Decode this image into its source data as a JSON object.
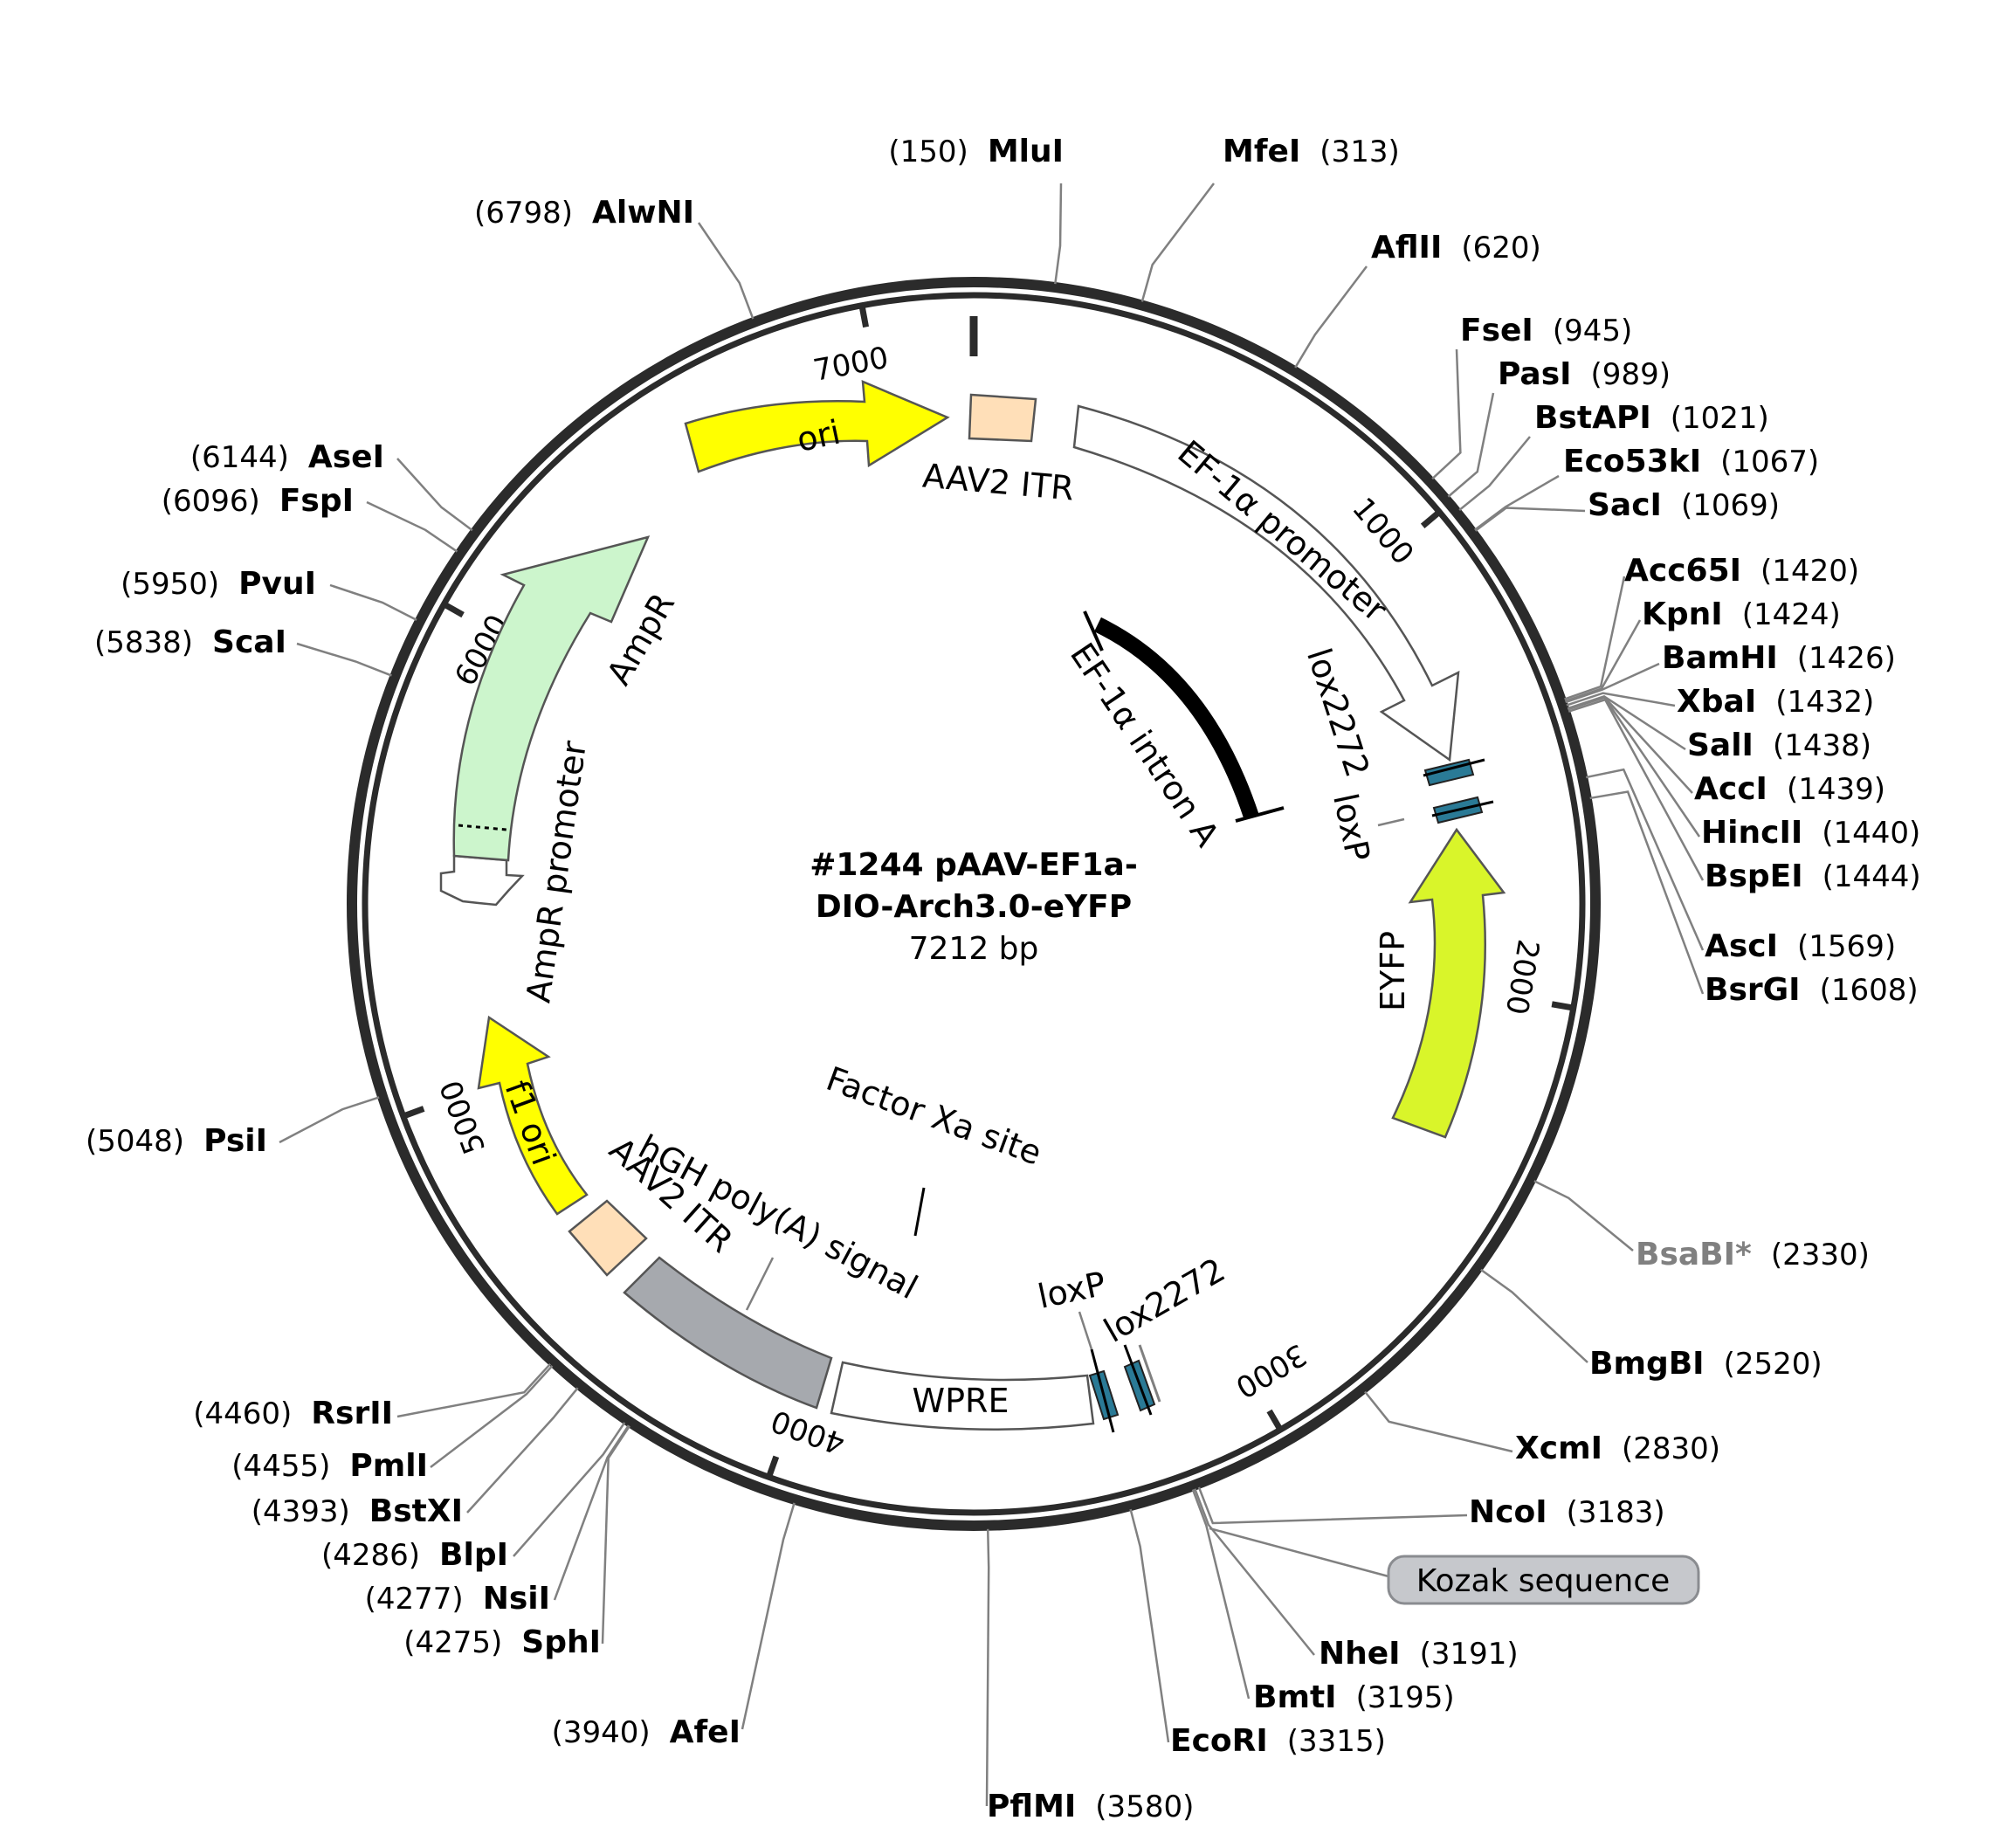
{
  "plasmid": {
    "title_line1": "#1244 pAAV-EF1a-",
    "title_line2": "DIO-Arch3.0-eYFP",
    "size_label": "7212 bp",
    "total_bp": 7212
  },
  "ticks": [
    {
      "bp": 1000,
      "label": "1000"
    },
    {
      "bp": 2000,
      "label": "2000"
    },
    {
      "bp": 3000,
      "label": "3000"
    },
    {
      "bp": 4000,
      "label": "4000"
    },
    {
      "bp": 5000,
      "label": "5000"
    },
    {
      "bp": 6000,
      "label": "6000"
    },
    {
      "bp": 7000,
      "label": "7000"
    }
  ],
  "colors": {
    "backbone": "#2b2b2b",
    "ori": "#ffff00",
    "itr": "#ffdfb8",
    "promoter": "#ffffff",
    "ampr": "#ccf5cc",
    "eyfp": "#d9f52a",
    "f1ori": "#ffff00",
    "polya": "#a6a9ae",
    "lox": "#2a7a96",
    "pill": "#c6c8cc",
    "dim_site": "#808080"
  },
  "features": [
    {
      "id": "ori",
      "label": "ori"
    },
    {
      "id": "aav2-itr-1",
      "label": "AAV2 ITR"
    },
    {
      "id": "ef1a-promoter",
      "label": "EF-1α promoter"
    },
    {
      "id": "ef1a-intron",
      "label": "EF-1α intron A"
    },
    {
      "id": "lox2272-1",
      "label": "lox2272"
    },
    {
      "id": "loxp-1",
      "label": "loxP"
    },
    {
      "id": "eyfp",
      "label": "EYFP"
    },
    {
      "id": "factor-xa",
      "label": "Factor Xa site"
    },
    {
      "id": "loxp-2",
      "label": "loxP"
    },
    {
      "id": "lox2272-2",
      "label": "lox2272"
    },
    {
      "id": "wpre",
      "label": "WPRE"
    },
    {
      "id": "hgh-polya",
      "label": "hGH poly(A) signal"
    },
    {
      "id": "aav2-itr-2",
      "label": "AAV2 ITR"
    },
    {
      "id": "f1-ori",
      "label": "f1 ori"
    },
    {
      "id": "ampr-promoter",
      "label": "AmpR promoter"
    },
    {
      "id": "ampr",
      "label": "AmpR"
    }
  ],
  "sites": [
    {
      "name": "MluI",
      "pos": "(150)"
    },
    {
      "name": "MfeI",
      "pos": "(313)"
    },
    {
      "name": "AflII",
      "pos": "(620)"
    },
    {
      "name": "FseI",
      "pos": "(945)"
    },
    {
      "name": "PasI",
      "pos": "(989)"
    },
    {
      "name": "BstAPI",
      "pos": "(1021)"
    },
    {
      "name": "Eco53kI",
      "pos": "(1067)"
    },
    {
      "name": "SacI",
      "pos": "(1069)"
    },
    {
      "name": "Acc65I",
      "pos": "(1420)"
    },
    {
      "name": "KpnI",
      "pos": "(1424)"
    },
    {
      "name": "BamHI",
      "pos": "(1426)"
    },
    {
      "name": "XbaI",
      "pos": "(1432)"
    },
    {
      "name": "SalI",
      "pos": "(1438)"
    },
    {
      "name": "AccI",
      "pos": "(1439)"
    },
    {
      "name": "HincII",
      "pos": "(1440)"
    },
    {
      "name": "BspEI",
      "pos": "(1444)"
    },
    {
      "name": "AscI",
      "pos": "(1569)"
    },
    {
      "name": "BsrGI",
      "pos": "(1608)"
    },
    {
      "name": "BsaBI*",
      "pos": "(2330)"
    },
    {
      "name": "BmgBI",
      "pos": "(2520)"
    },
    {
      "name": "XcmI",
      "pos": "(2830)"
    },
    {
      "name": "NcoI",
      "pos": "(3183)"
    },
    {
      "name": "NheI",
      "pos": "(3191)"
    },
    {
      "name": "BmtI",
      "pos": "(3195)"
    },
    {
      "name": "EcoRI",
      "pos": "(3315)"
    },
    {
      "name": "PflMI",
      "pos": "(3580)"
    },
    {
      "name": "AfeI",
      "pos": "(3940)"
    },
    {
      "name": "SphI",
      "pos": "(4275)"
    },
    {
      "name": "NsiI",
      "pos": "(4277)"
    },
    {
      "name": "BlpI",
      "pos": "(4286)"
    },
    {
      "name": "BstXI",
      "pos": "(4393)"
    },
    {
      "name": "PmlI",
      "pos": "(4455)"
    },
    {
      "name": "RsrII",
      "pos": "(4460)"
    },
    {
      "name": "PsiI",
      "pos": "(5048)"
    },
    {
      "name": "ScaI",
      "pos": "(5838)"
    },
    {
      "name": "PvuI",
      "pos": "(5950)"
    },
    {
      "name": "FspI",
      "pos": "(6096)"
    },
    {
      "name": "AseI",
      "pos": "(6144)"
    },
    {
      "name": "AlwNI",
      "pos": "(6798)"
    }
  ],
  "kozak": {
    "label": "Kozak sequence"
  }
}
